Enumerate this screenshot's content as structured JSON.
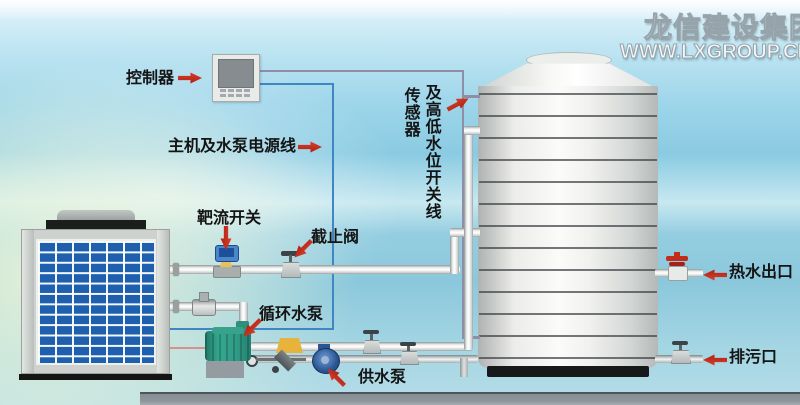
{
  "watermark": {
    "company": "龙信建设集团",
    "website": "WWW.LXGROUP.CN"
  },
  "labels": {
    "controller": "控制器",
    "power_line": "主机及水泵电源线",
    "sensor": "传感器",
    "level_switch_line": "及高低水位开关线",
    "flow_switch": "靶流开关",
    "stop_valve": "截止阀",
    "circulation_pump": "循环水泵",
    "supply_pump": "供水泵",
    "hot_water_outlet": "热水出口",
    "drain_outlet": "排污口"
  },
  "colors": {
    "arrow_red": "#c32b1a",
    "panel_blue": "#1e5fae",
    "pump_teal": "#2f9a85",
    "strainer_yellow": "#e7b33c",
    "supply_pump_blue": "#2b5694",
    "power_line_blue": "#3f86c4",
    "sensor_line_gray": "#8d8fa6",
    "pump_wire_pink": "#d98f8f",
    "hot_valve_red": "#c32b1a"
  }
}
